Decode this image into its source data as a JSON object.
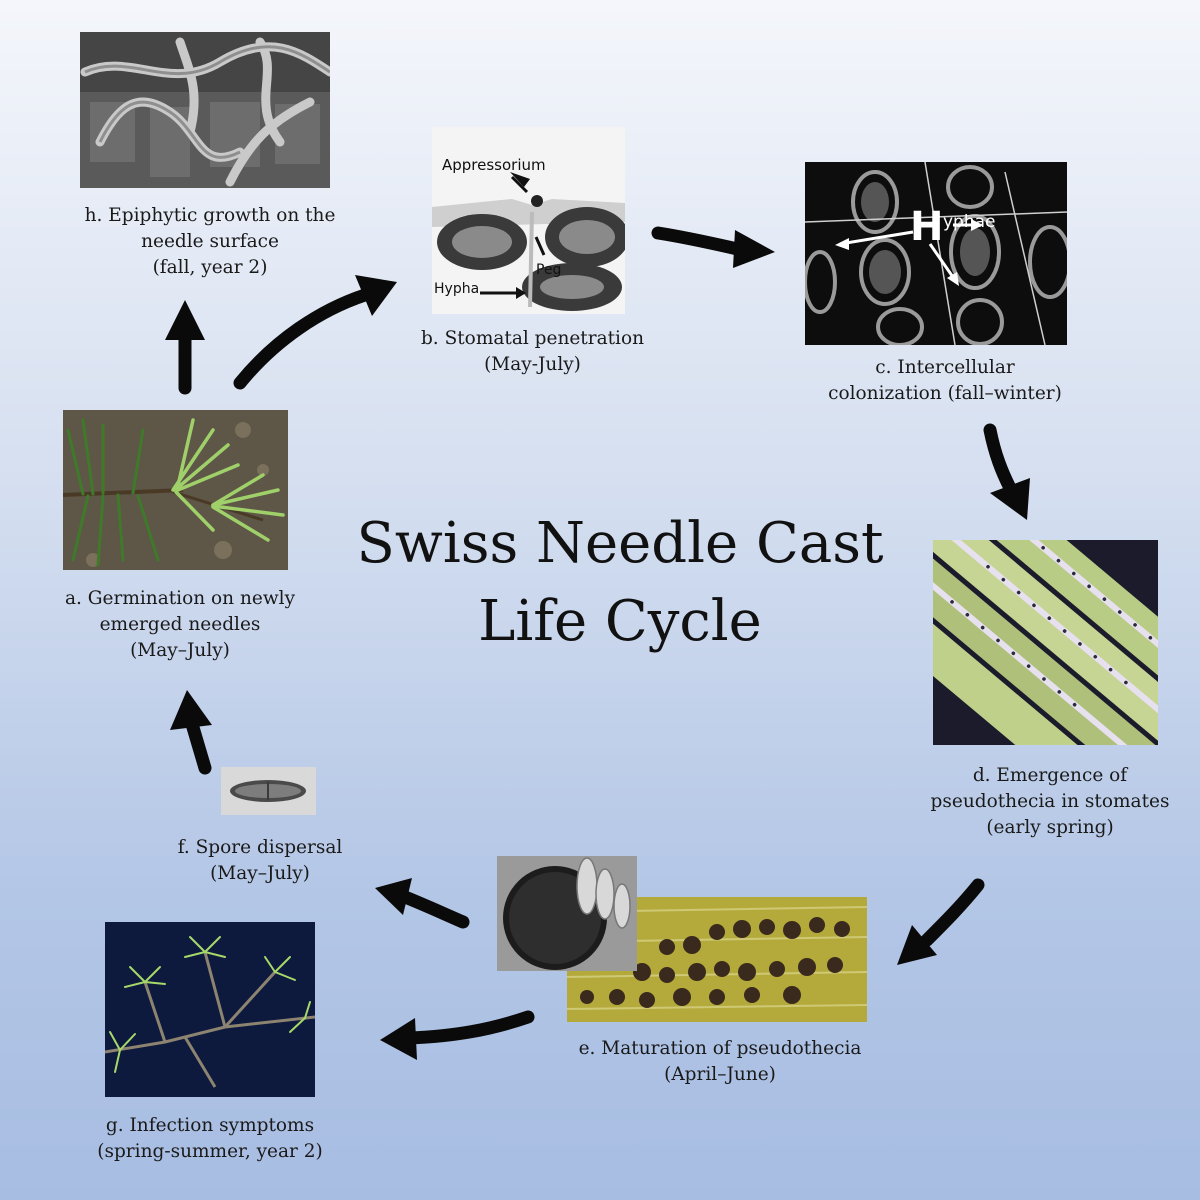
{
  "title": {
    "line1": "Swiss Needle Cast",
    "line2": "Life Cycle"
  },
  "stages": {
    "a": {
      "line1": "a. Germination on newly",
      "line2": "emerged needles",
      "line3": "(May–July)"
    },
    "b": {
      "line1": "b. Stomatal penetration",
      "line2": "(May-July)"
    },
    "c": {
      "line1": "c. Intercellular",
      "line2": "colonization (fall–winter)"
    },
    "d": {
      "line1": "d. Emergence of",
      "line2": "pseudothecia in stomates",
      "line3": "(early spring)"
    },
    "e": {
      "line1": "e. Maturation of pseudothecia",
      "line2": "(April–June)"
    },
    "f": {
      "line1": "f. Spore dispersal",
      "line2": "(May–July)"
    },
    "g": {
      "line1": "g. Infection symptoms",
      "line2": "(spring-summer, year 2)"
    },
    "h": {
      "line1": "h. Epiphytic growth on the",
      "line2": "needle surface",
      "line3": "(fall, year 2)"
    }
  },
  "micrograph_labels": {
    "appressorium": "Appressorium",
    "peg": "Peg",
    "hypha": "Hypha",
    "hyphae_big_h": "H",
    "hyphae_rest": "yphae"
  },
  "icons": {
    "arrow": "arrow-icon"
  }
}
